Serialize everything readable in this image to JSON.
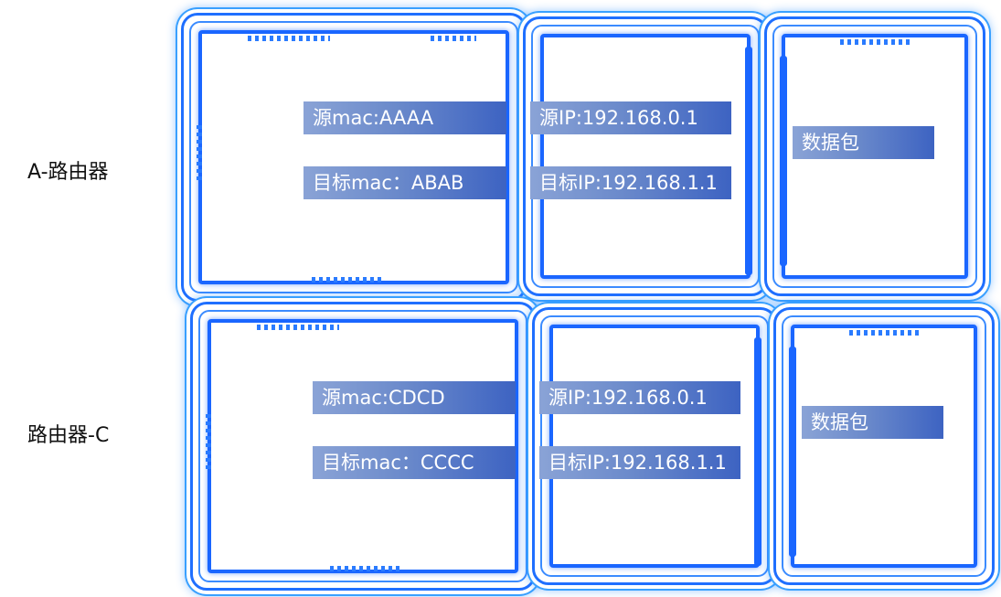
{
  "rows": [
    {
      "label": "A-路由器",
      "src_mac": "源mac:AAAA",
      "dst_mac": "目标mac：ABAB",
      "src_ip": "源IP:192.168.0.1",
      "dst_ip": "目标IP:192.168.1.1",
      "payload": "数据包"
    },
    {
      "label": "路由器-C",
      "src_mac": "源mac:CDCD",
      "dst_mac": "目标mac：CCCC",
      "src_ip": "源IP:192.168.0.1",
      "dst_ip": "目标IP:192.168.1.1",
      "payload": "数据包"
    }
  ],
  "colors": {
    "frame": "#1f6fff",
    "glow": "#39a0ff",
    "tag_start": "#8aa3d6",
    "tag_end": "#3d63c2"
  }
}
